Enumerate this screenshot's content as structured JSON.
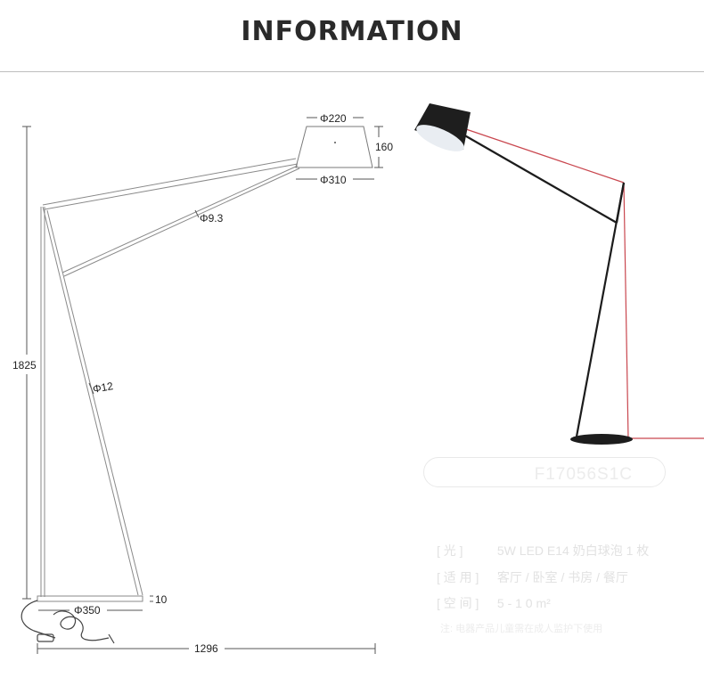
{
  "header": {
    "title": "INFORMATION"
  },
  "dimensions": {
    "shade_top": "Φ220",
    "shade_height": "160",
    "shade_bottom": "Φ310",
    "arm_diameter": "Φ9.3",
    "pole_diameter": "Φ12",
    "total_height": "1825",
    "base_diameter": "Φ350",
    "base_height": "10",
    "total_width": "1296"
  },
  "product": {
    "model": "F17056S1C",
    "specs": [
      {
        "key": "[ 光 ]",
        "value": "5W LED E14 奶白球泡 1 枚"
      },
      {
        "key": "[ 适 用 ]",
        "value": "客厅 / 卧室 / 书房 / 餐厅"
      },
      {
        "key": "[ 空 间 ]",
        "value": "5 - 1 0 m²"
      }
    ],
    "note": "注: 电器产品儿童需在成人监护下使用"
  },
  "colors": {
    "cable_red": "#c9474f",
    "lamp_black": "#1c1c1c",
    "line_gray": "#9a9a9a"
  }
}
